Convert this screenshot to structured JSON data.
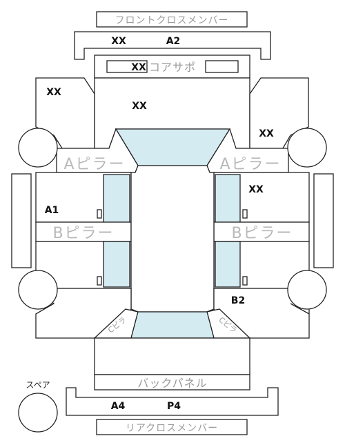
{
  "labels": {
    "front_cross_member": "フロントクロスメンバー",
    "core_support": "コアサポ",
    "a_pillar_left": "Aピラー",
    "a_pillar_right": "Aピラー",
    "b_pillar_left": "Bピラー",
    "b_pillar_right": "Bピラー",
    "back_panel": "バックパネル",
    "rear_cross_member": "リアクロスメンバー",
    "spare": "スペア",
    "corner_left": "Cピラ",
    "corner_right": "Cピラ"
  },
  "codes": {
    "front_member_1": "XX",
    "front_member_2": "A2",
    "core_support": "XX",
    "front_left_fender": "XX",
    "hood": "XX",
    "front_right_fender": "XX",
    "right_front_door": "XX",
    "left_front_door": "A1",
    "right_rear_door": "B2",
    "rear_member_1": "A4",
    "rear_member_2": "P4"
  }
}
